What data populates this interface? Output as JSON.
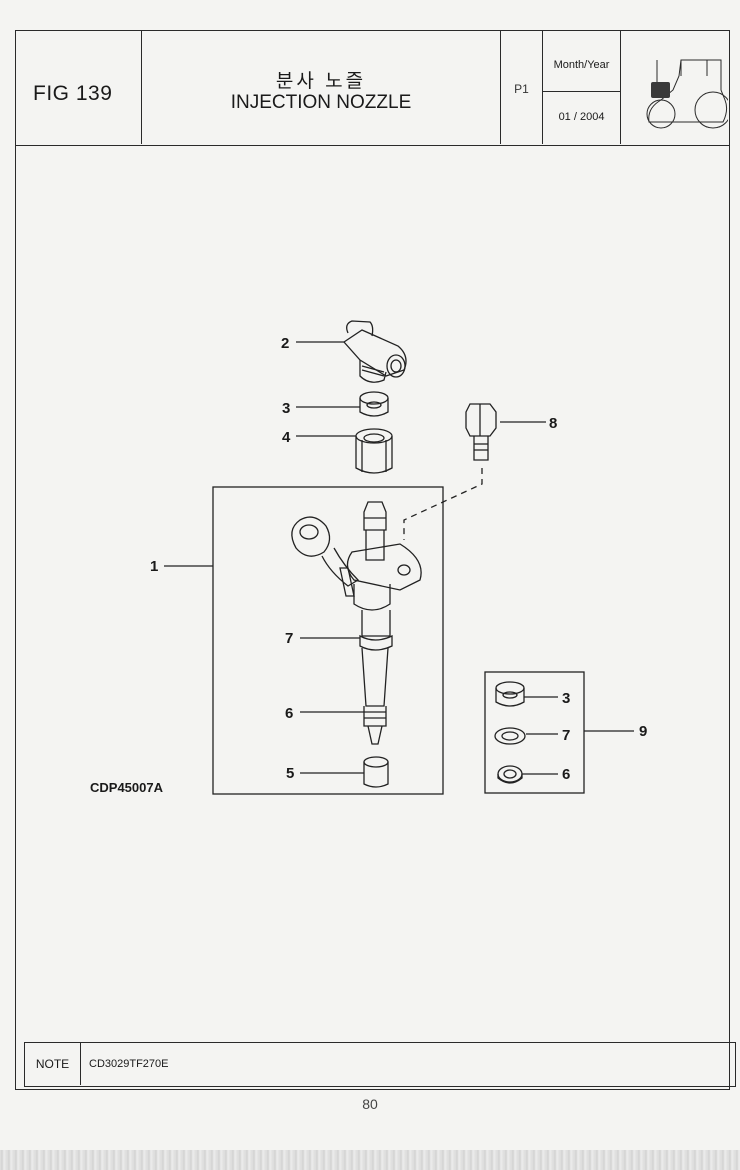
{
  "header": {
    "fig_label": "FIG 139",
    "title_korean": "분사 노즐",
    "title_english": "INJECTION NOZZLE",
    "page": "P1",
    "month_year_label": "Month/Year",
    "date": "01 / 2004"
  },
  "diagram": {
    "code": "CDP45007A",
    "callouts": {
      "part_1": "1",
      "part_2": "2",
      "part_3": "3",
      "part_4": "4",
      "part_5": "5",
      "part_6": "6",
      "part_7": "7",
      "part_8": "8",
      "part_9": "9",
      "kit_3": "3",
      "kit_7": "7",
      "kit_6": "6"
    }
  },
  "footer": {
    "note_label": "NOTE",
    "note_value": "CD3029TF270E"
  },
  "page_number": "80"
}
